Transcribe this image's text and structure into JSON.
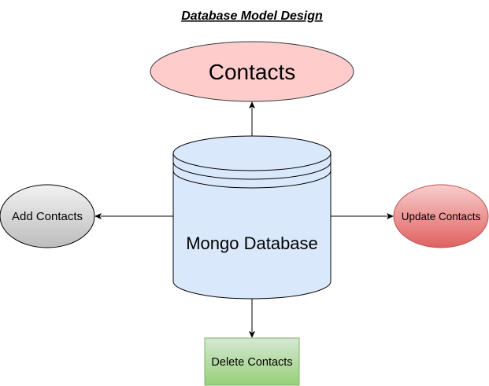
{
  "title": "Database Model Design",
  "nodes": {
    "contacts": {
      "label": "Contacts",
      "shape": "ellipse",
      "fill": "#ffcccc",
      "stroke": "#36393d"
    },
    "database": {
      "label": "Mongo Database",
      "shape": "cylinder",
      "fill": "#dae8fc",
      "stroke": "#000000"
    },
    "add": {
      "label": "Add Contacts",
      "shape": "ellipse",
      "fill": "#e6e6e6",
      "stroke": "#000000"
    },
    "update": {
      "label": "Update Contacts",
      "shape": "ellipse",
      "fill": "#f08080",
      "stroke": "#b85450"
    },
    "delete": {
      "label": "Delete Contacts",
      "shape": "rectangle",
      "fill": "#97d077",
      "stroke": "#82b366"
    }
  },
  "edges": [
    {
      "from": "database",
      "to": "contacts"
    },
    {
      "from": "database",
      "to": "add"
    },
    {
      "from": "database",
      "to": "update"
    },
    {
      "from": "database",
      "to": "delete"
    }
  ]
}
